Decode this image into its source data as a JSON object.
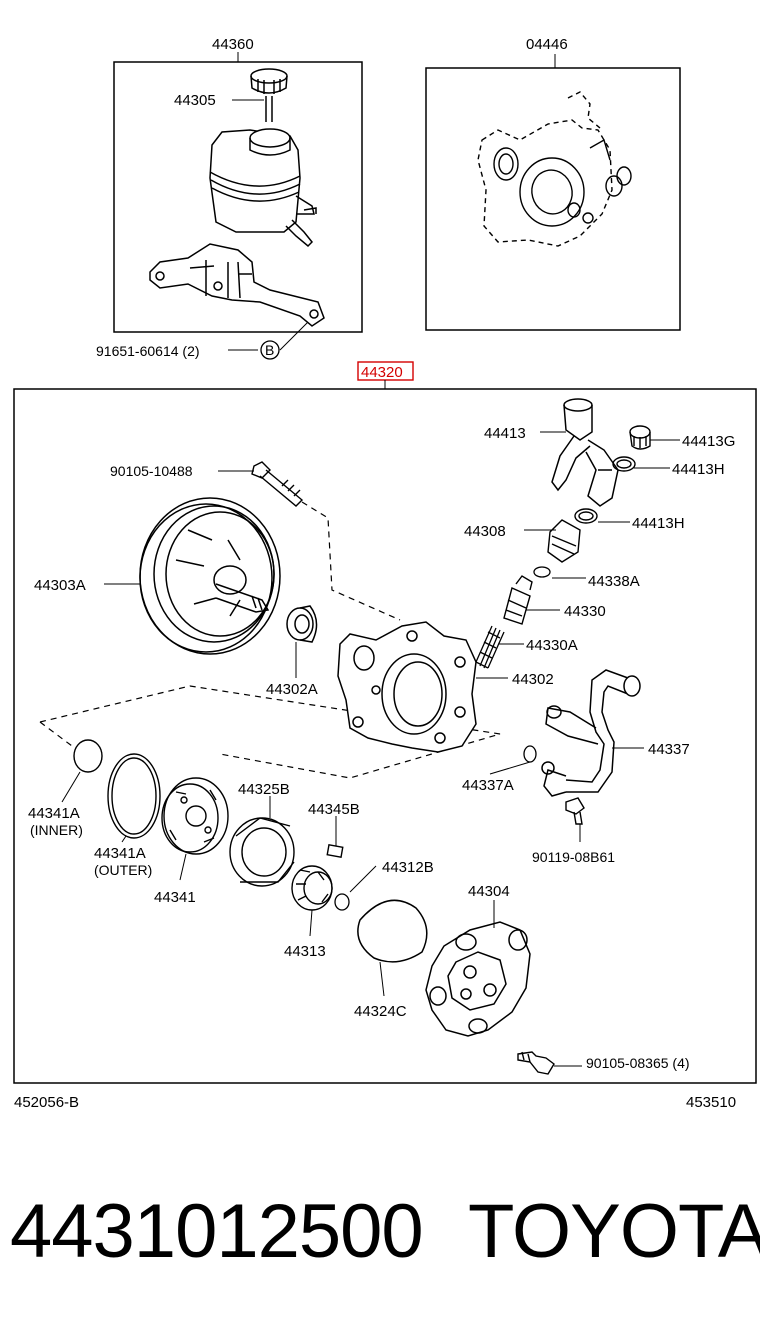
{
  "diagram": {
    "labels": {
      "top_left_box": "44360",
      "top_right_box": "04446",
      "cap": "44305",
      "bracket_bolt": "91651-60614 (2)",
      "bracket_marker": "B",
      "main_box": "44320",
      "inlet_union": "44413",
      "plug": "44413G",
      "oring_upper": "44413H",
      "oring_lower": "44413H",
      "bolt_long": "90105-10488",
      "valve_fitting": "44308",
      "oring_valve": "44338A",
      "valve": "44330",
      "spring": "44330A",
      "pulley": "44303A",
      "housing": "44302",
      "bearing": "44302A",
      "pipe": "44337",
      "pipe_oring": "44337A",
      "pipe_bolt": "90119-08B61",
      "seal_inner": "44341A",
      "seal_inner_note": "(INNER)",
      "seal_outer": "44341A",
      "seal_outer_note": "(OUTER)",
      "plate": "44341",
      "cam_ring": "44325B",
      "vane": "44345B",
      "rotor": "44313",
      "snap_ring": "44312B",
      "gasket": "44324C",
      "rear_housing": "44304",
      "rear_bolt": "90105-08365 (4)"
    },
    "bottom_left_code": "452056-B",
    "bottom_right_code": "453510",
    "highlight_color": "#d40000"
  },
  "footer": {
    "part_number": "4431012500",
    "brand": "TOYOTA"
  }
}
